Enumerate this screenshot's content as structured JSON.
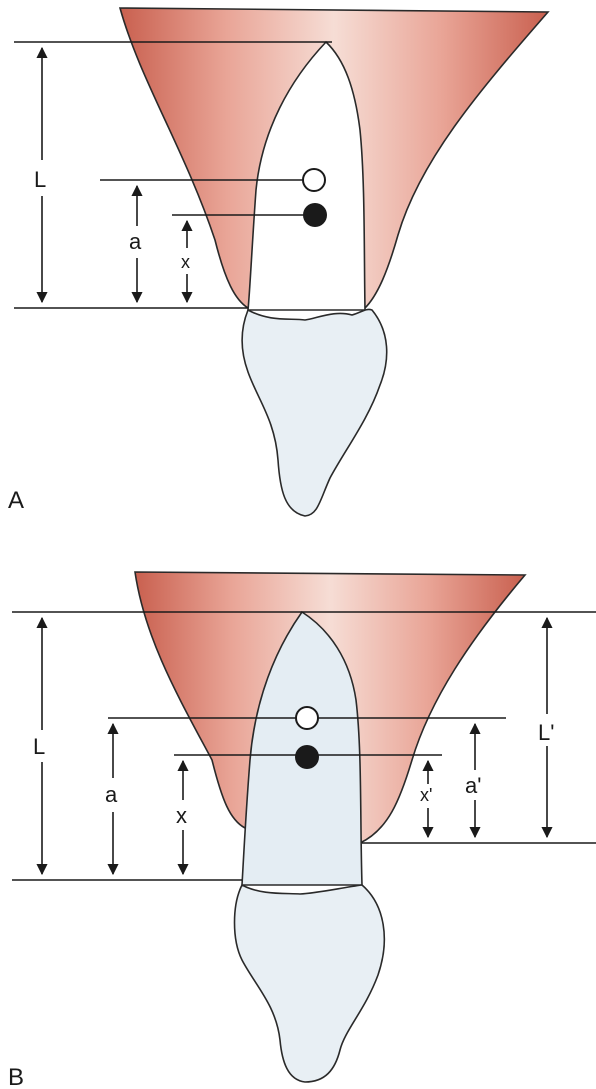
{
  "panels": [
    {
      "id": "A",
      "label": "A",
      "dimensions": {
        "L": "L",
        "a": "a",
        "x": "x"
      },
      "tooth_state": "not intruded",
      "markers": {
        "open_circle": "open-circle-marker",
        "filled_circle": "filled-circle-marker"
      }
    },
    {
      "id": "B",
      "label": "B",
      "dimensions": {
        "L": "L",
        "a": "a",
        "x": "x",
        "L_prime": "L'",
        "a_prime": "a'",
        "x_prime": "x'"
      },
      "tooth_state": "intruded",
      "markers": {
        "open_circle": "open-circle-marker",
        "filled_circle": "filled-circle-marker"
      }
    }
  ],
  "colors": {
    "bone_light": "#f3d2c9",
    "bone_dark": "#c9604f",
    "root_A": "#ffffff",
    "root_B": "#e4edf3",
    "crown": "#e8eff4",
    "ink": "#1a1a1a"
  }
}
